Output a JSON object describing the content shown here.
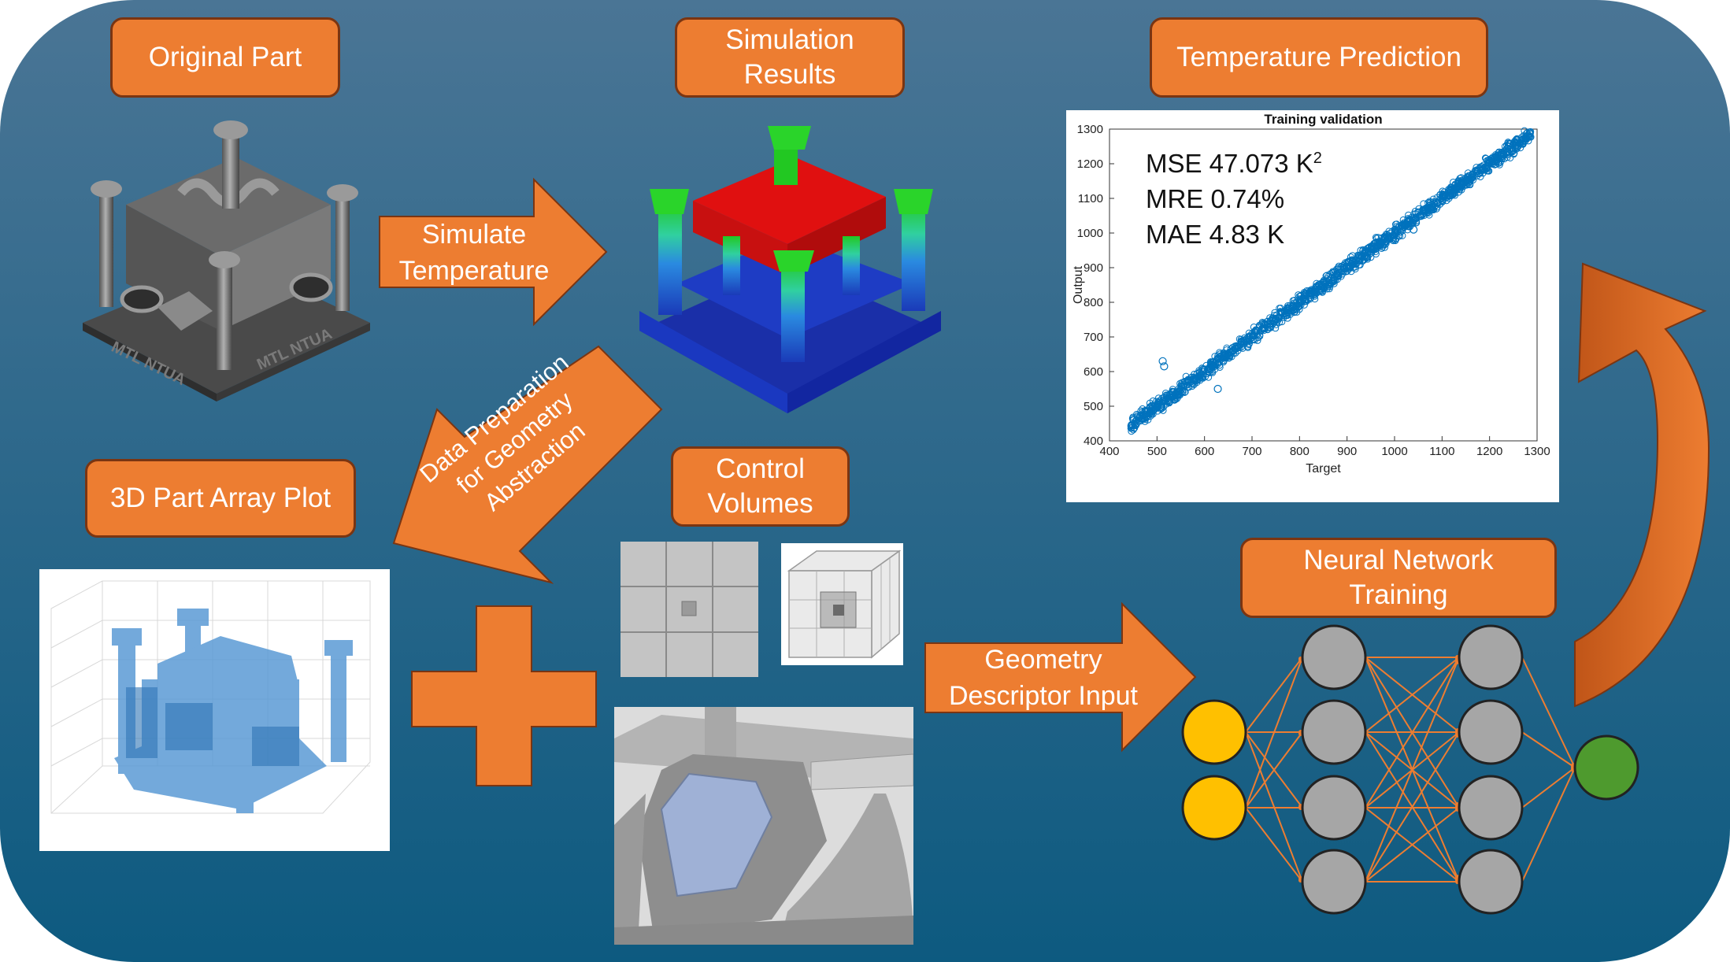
{
  "labels": {
    "original_part": "Original Part",
    "simulation_results": "Simulation\nResults",
    "temperature_prediction": "Temperature Prediction",
    "part_array_plot": "3D Part Array Plot",
    "control_volumes": "Control\nVolumes",
    "nn_training": "Neural Network\nTraining"
  },
  "arrows": {
    "simulate": "Simulate\nTemperature",
    "data_prep": "Data Preparation\nfor Geometry\nAbstraction",
    "geometry_input": "Geometry\nDescriptor Input"
  },
  "part_text": "MTL NTUA",
  "metrics": {
    "mse_prefix": "MSE 47.073 K",
    "mse_exp": "2",
    "mre": "MRE 0.74%",
    "mae": "MAE 4.83 K"
  },
  "colors": {
    "background_top": "#4a7595",
    "background_bottom": "#0d5a80",
    "accent": "#ED7D31",
    "input_node": "#FFC000",
    "hidden_node": "#A6A6A6",
    "output_node": "#4E9A2E",
    "scatter": "#0072BD"
  },
  "chart_data": {
    "type": "scatter",
    "title": "Training validation",
    "xlabel": "Target",
    "ylabel": "Output",
    "xlim": [
      400,
      1300
    ],
    "ylim": [
      400,
      1300
    ],
    "xticks": [
      400,
      500,
      600,
      700,
      800,
      900,
      1000,
      1100,
      1200,
      1300
    ],
    "yticks": [
      400,
      500,
      600,
      700,
      800,
      900,
      1000,
      1100,
      1200,
      1300
    ],
    "series": [
      {
        "range": [
          445,
          1290
        ],
        "slope": 1.0,
        "intercept": 0,
        "spread": 12,
        "outliers": [
          [
            512,
            630
          ],
          [
            515,
            615
          ],
          [
            628,
            550
          ],
          [
            1040,
            1010
          ],
          [
            660,
            660
          ]
        ]
      }
    ]
  },
  "network": {
    "inputs": 2,
    "hidden_layers": [
      4,
      4
    ],
    "outputs": 1
  }
}
